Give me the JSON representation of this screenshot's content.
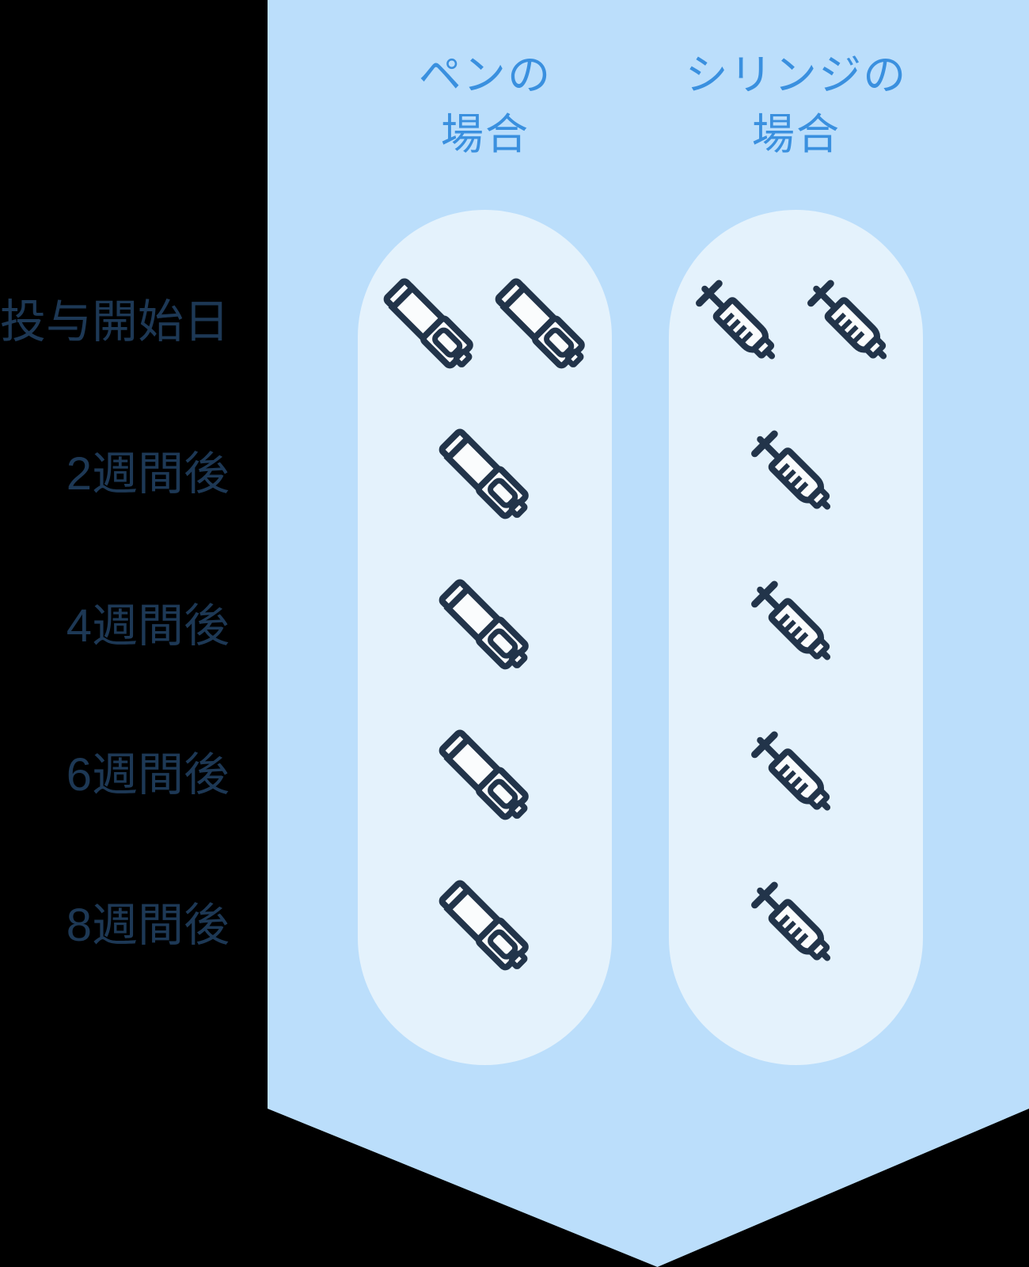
{
  "figure": {
    "kind": "dosing-schedule-diagram",
    "orientation": "vertical-timeline",
    "background_color": "#000000"
  },
  "banner": {
    "fill_color": "#bbdefb",
    "shape": "downward-chevron-banner"
  },
  "columns": [
    {
      "id": "pen",
      "header": "ペンの\n場合",
      "header_color": "#3a90df",
      "capsule_color": "#e4f2fc",
      "device_icon": "injection-pen-icon"
    },
    {
      "id": "syringe",
      "header": "シリンジの\n場合",
      "header_color": "#3a90df",
      "capsule_color": "#e4f2fc",
      "device_icon": "syringe-icon"
    }
  ],
  "icon_colors": {
    "stroke": "#22344a",
    "fill": "#fafcfd"
  },
  "timeline": [
    {
      "label": "投与開始日",
      "pen_count": 2,
      "syringe_count": 2
    },
    {
      "label": "2週間後",
      "pen_count": 1,
      "syringe_count": 1
    },
    {
      "label": "4週間後",
      "pen_count": 1,
      "syringe_count": 1
    },
    {
      "label": "6週間後",
      "pen_count": 1,
      "syringe_count": 1
    },
    {
      "label": "8週間後",
      "pen_count": 1,
      "syringe_count": 1
    }
  ],
  "label_color": "#1d3855"
}
